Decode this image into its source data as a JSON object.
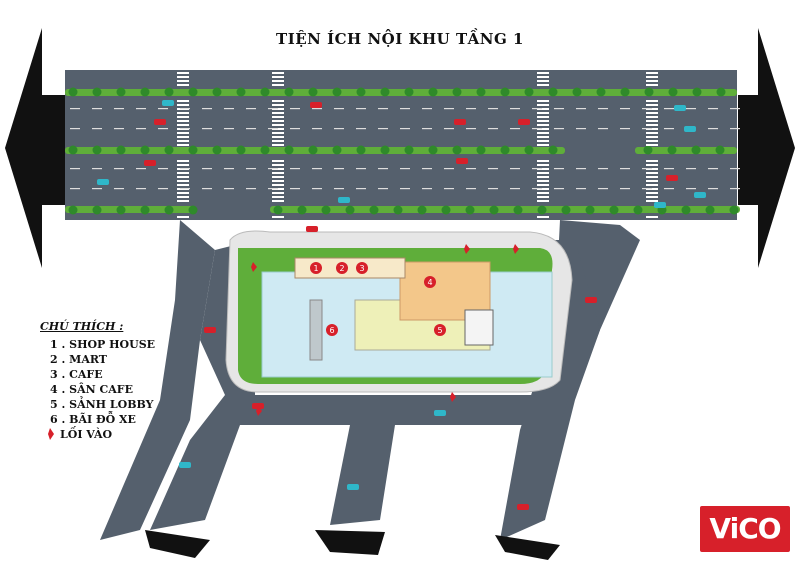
{
  "title": "TIỆN ÍCH NỘI KHU TẦNG 1",
  "legend": {
    "heading": "CHÚ THÍCH :",
    "items": [
      {
        "number": "1",
        "label": "1 . SHOP HOUSE"
      },
      {
        "number": "2",
        "label": "2 . MART"
      },
      {
        "number": "3",
        "label": "3 . CAFE"
      },
      {
        "number": "4",
        "label": "4 . SÂN CAFE"
      },
      {
        "number": "5",
        "label": "5 . SẢNH LOBBY"
      },
      {
        "number": "6",
        "label": "6 . BÃI ĐỖ XE"
      }
    ],
    "entrance_label": "LỐI VÀO"
  },
  "logo": {
    "text": "ViCO"
  },
  "colors": {
    "road": "#55606d",
    "median": "#5fae3a",
    "tree": "#2f8a2a",
    "sidewalk": "#e6e6e6",
    "parking": "#cfeaf3",
    "building": "#eef0b8",
    "sun_deck": "#f3c78a",
    "marker": "#d7202a",
    "arrow": "#111111"
  },
  "icons": [
    "left-arrow-icon",
    "right-arrow-icon",
    "down-arrow-icon",
    "entrance-marker-icon"
  ]
}
